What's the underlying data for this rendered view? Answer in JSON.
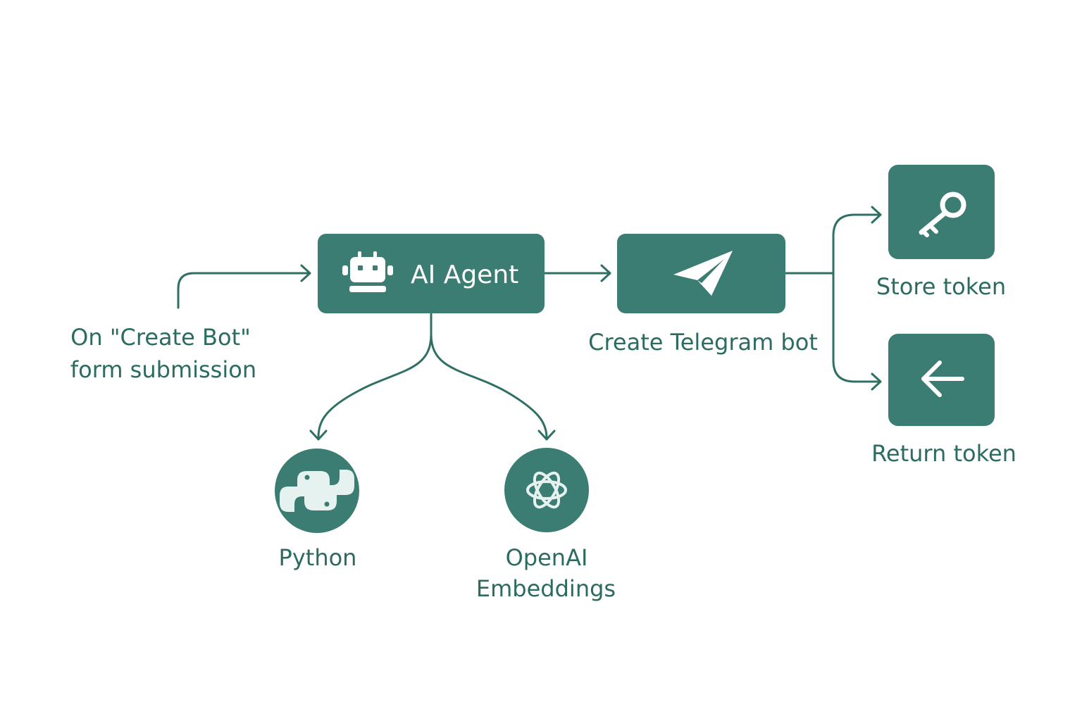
{
  "nodes": {
    "trigger": {
      "label_line1": "On \"Create Bot\"",
      "label_line2": "form submission"
    },
    "agent": {
      "label": "AI Agent",
      "icon": "robot-icon"
    },
    "telegram": {
      "label": "Create Telegram bot",
      "icon": "telegram-icon"
    },
    "store": {
      "label": "Store token",
      "icon": "key-icon"
    },
    "return": {
      "label": "Return token",
      "icon": "arrow-left-icon"
    },
    "python": {
      "label": "Python",
      "icon": "python-icon"
    },
    "openai": {
      "label_line1": "OpenAI",
      "label_line2": "Embeddings",
      "icon": "openai-icon"
    }
  },
  "colors": {
    "node_fill": "#3b7d72",
    "line": "#2f7064",
    "text": "#2b6b60"
  }
}
